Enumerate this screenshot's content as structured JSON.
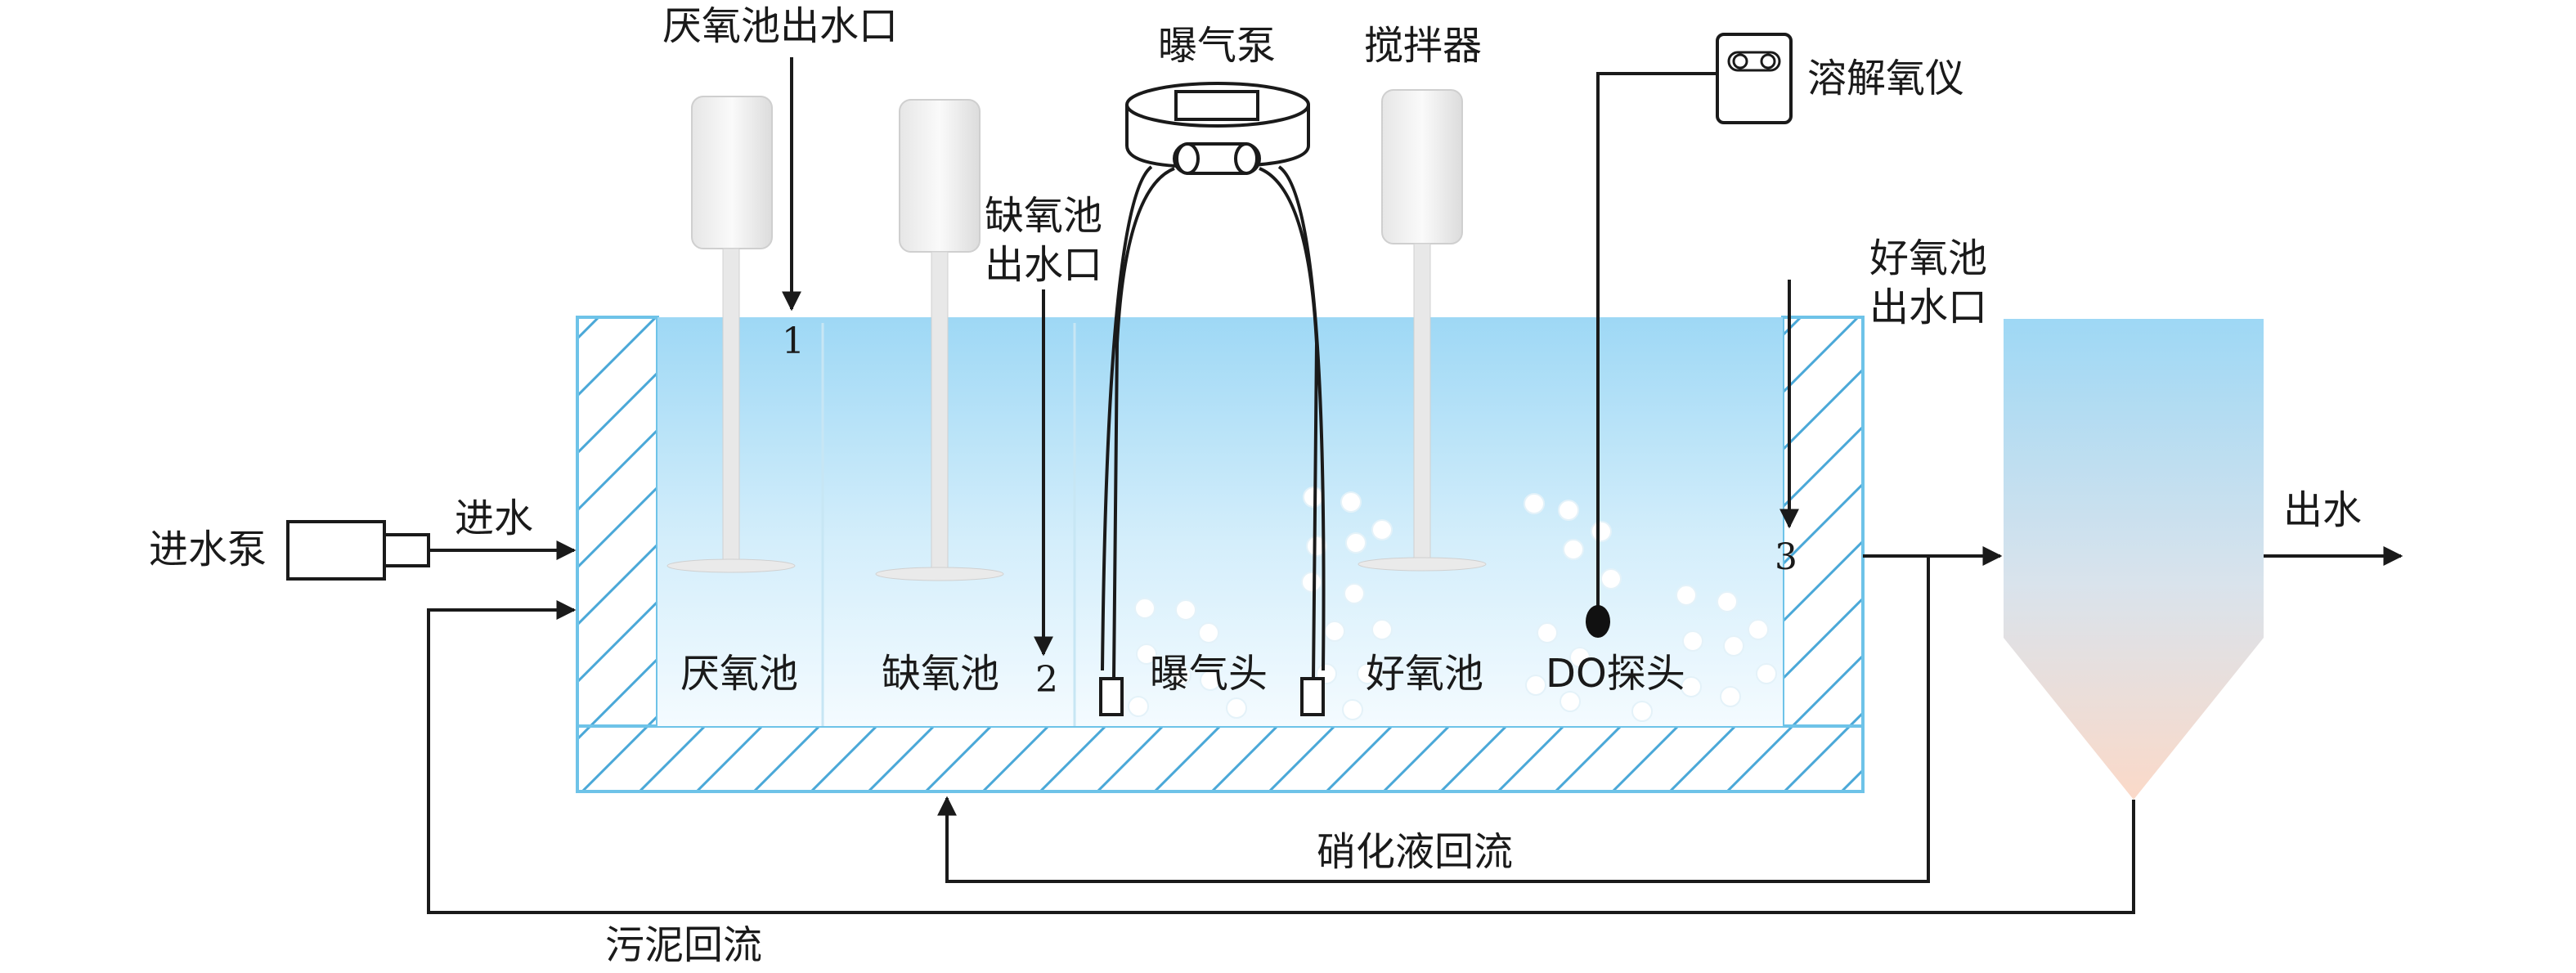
{
  "diagram": {
    "labels": {
      "anaerobic_outlet": "厌氧池出水口",
      "anoxic_outlet_l1": "缺氧池",
      "anoxic_outlet_l2": "出水口",
      "aerobic_outlet_l1": "好氧池",
      "aerobic_outlet_l2": "出水口",
      "aeration_pump": "曝气泵",
      "mixer": "搅拌器",
      "do_meter": "溶解氧仪",
      "inlet_pump": "进水泵",
      "inflow": "进水",
      "outflow": "出水",
      "anaerobic_tank": "厌氧池",
      "anoxic_tank": "缺氧池",
      "aerator_head": "曝气头",
      "aerobic_tank": "好氧池",
      "do_probe": "DO探头",
      "nitrate_return": "硝化液回流",
      "sludge_return": "污泥回流"
    },
    "points": {
      "p1": "1",
      "p2": "2",
      "p3": "3"
    },
    "colors": {
      "water_top": "#9ed8f5",
      "water_bottom": "#ffffff",
      "tank_border": "#6ec3e8",
      "hatch": "#4aa8d8",
      "clarifier_top": "#9ed8f5",
      "clarifier_bottom": "#fbd9c8",
      "line": "#1a1a1a"
    }
  }
}
